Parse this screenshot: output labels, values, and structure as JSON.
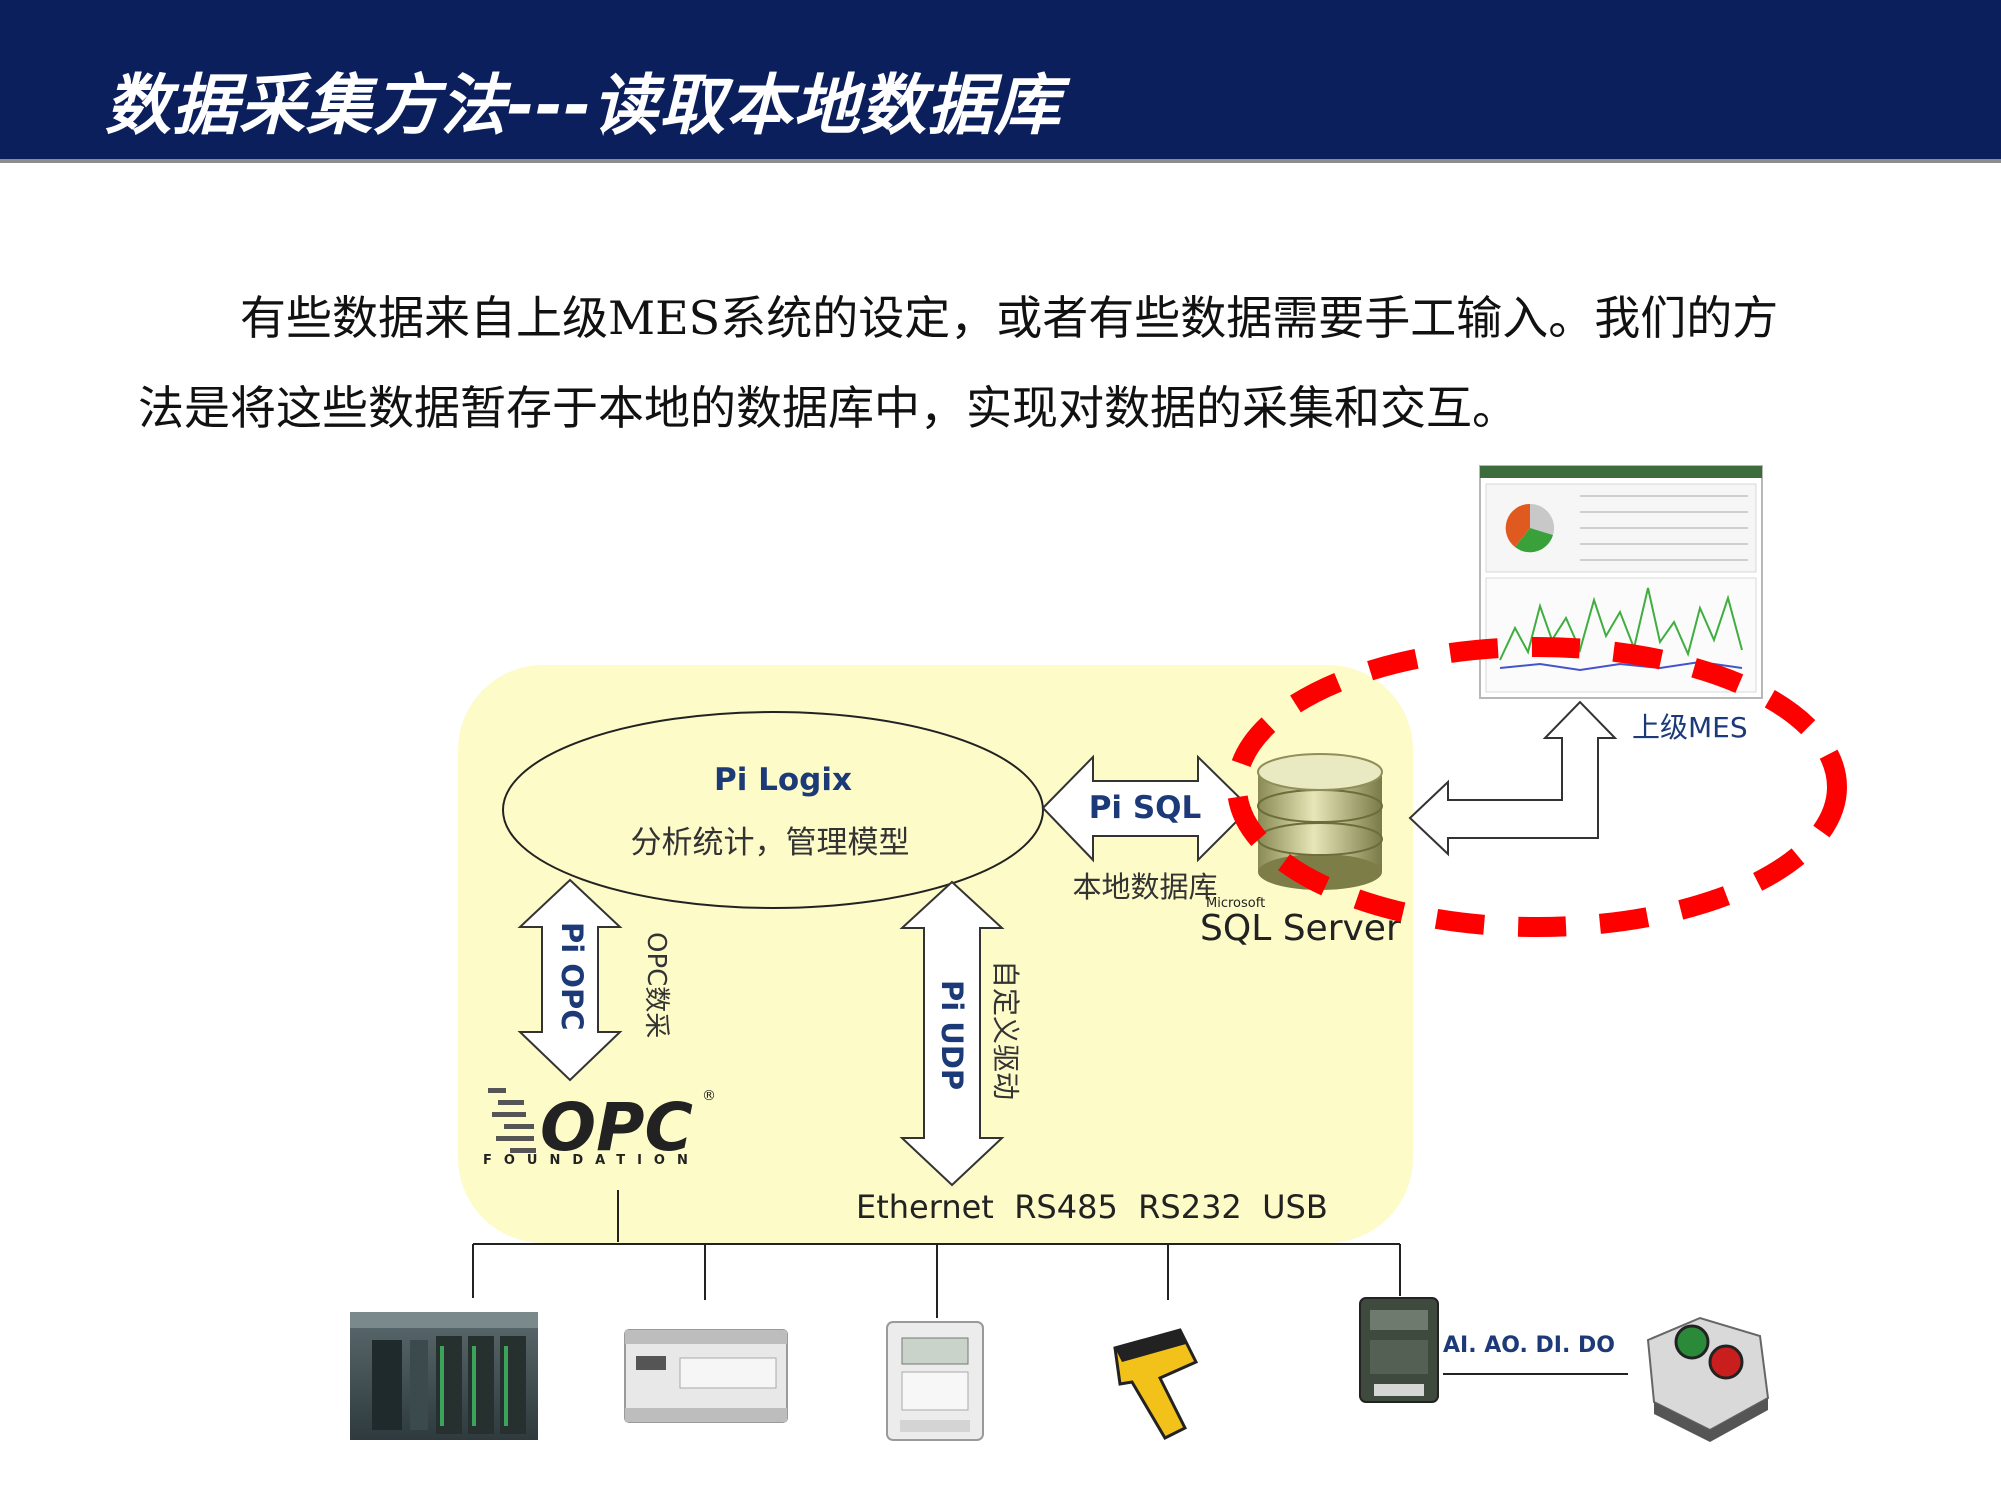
{
  "header": {
    "title": "数据采集方法---读取本地数据库"
  },
  "intro": {
    "line1": "有些数据来自上级MES系统的设定，或者有些数据需要手工输入。我们的方",
    "line2": "法是将这些数据暂存于本地的数据库中，实现对数据的采集和交互。"
  },
  "diagram": {
    "pi_logix": {
      "title": "Pi Logix",
      "subtitle": "分析统计，管理模型"
    },
    "pi_sql": "Pi SQL",
    "local_db": "本地数据库",
    "sql_server": {
      "brand": "Microsoft",
      "product": "SQL Server"
    },
    "upper_mes": "上级MES",
    "pi_opc": "Pi OPC",
    "opc_collect": "OPC数采",
    "pi_udp": "Pi UDP",
    "custom_driver": "自定义驱动",
    "opc_logo": {
      "text": "OPC",
      "foundation": "FOUNDATION",
      "reg": "®"
    },
    "bus_protocols": "Ethernet  RS485  RS232  USB",
    "io_label": "AI. AO. DI. DO"
  },
  "colors": {
    "title_bar": "#0b1f5c",
    "panel_fill": "#fdfbc8",
    "dash_red": "#ff0000",
    "arrow_fill": "#ffffff"
  },
  "icons": {
    "database": "database-cylinder-icon",
    "mes_screen": "mes-dashboard-screenshot",
    "devices": [
      "siemens-plc-icon",
      "compact-plc-icon",
      "energy-meter-icon",
      "barcode-scanner-icon",
      "io-module-icon",
      "push-button-box-icon"
    ]
  }
}
